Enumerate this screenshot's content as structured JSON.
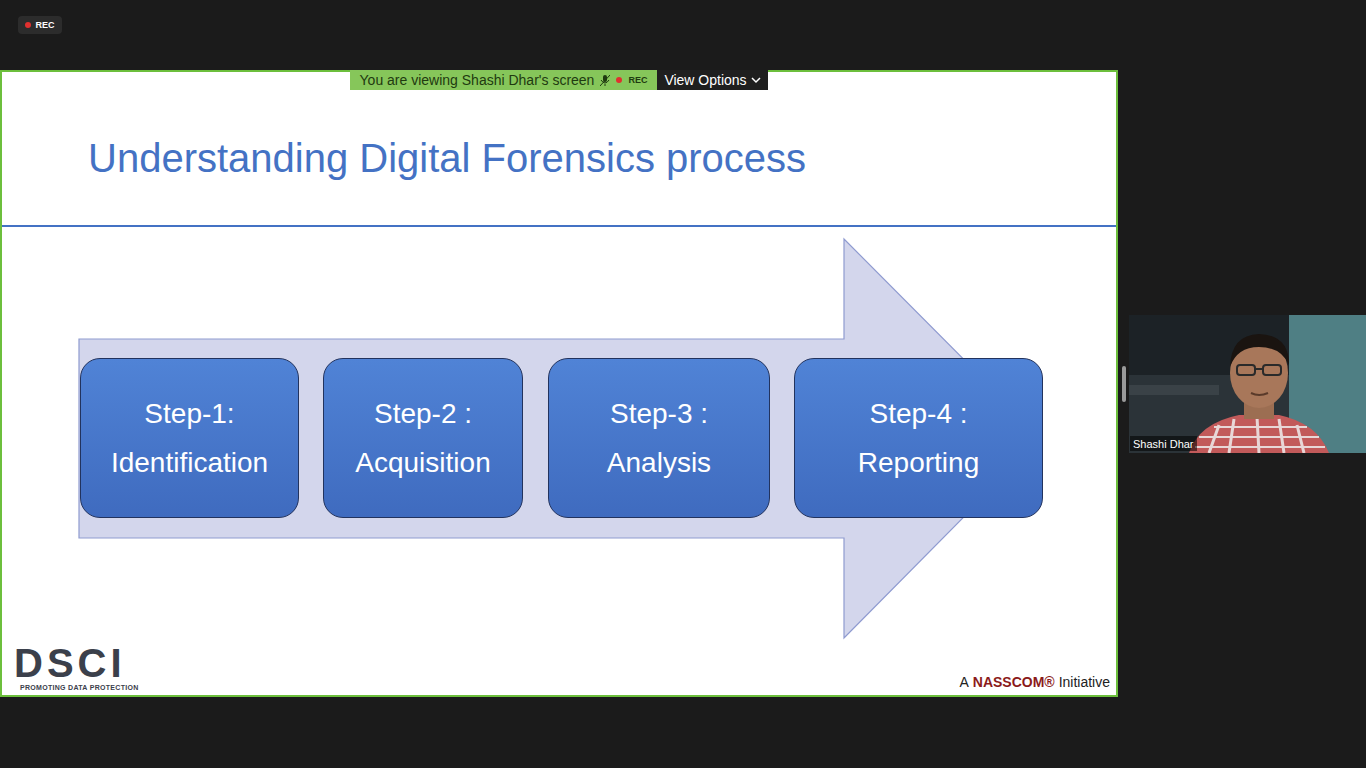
{
  "diagram": {
    "title": "Understanding Digital Forensics process",
    "nodes": [
      {
        "text": [
          "Step-1: Identification"
        ]
      },
      {
        "text": [
          "Step-2 : Acquisition"
        ]
      },
      {
        "text": [
          "Step-3 : Analysis"
        ]
      },
      {
        "text": [
          "Step-4 : Reporting"
        ]
      }
    ],
    "labels": [
      "REC",
      "You are viewing Shashi Dhar's screen",
      "REC",
      "View Options",
      "DSCI",
      "PROMOTING DATA PROTECTION",
      "A",
      "NASSCOM®",
      "Initiative",
      "Shashi Dhar"
    ]
  }
}
